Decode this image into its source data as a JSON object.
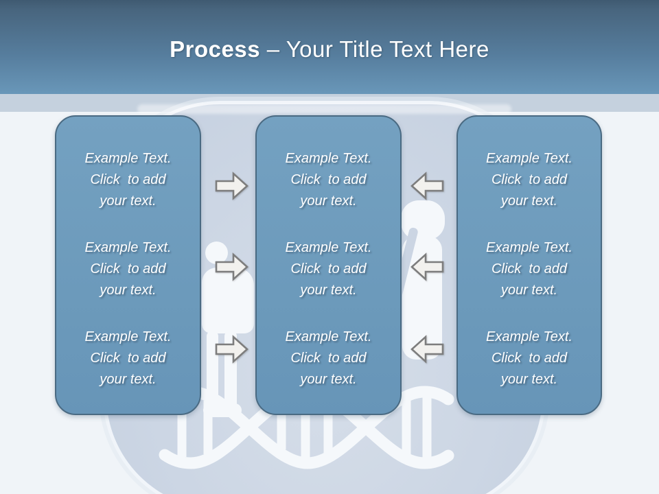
{
  "slide_title": {
    "bold": "Process",
    "separator": " – ",
    "rest": "Your Title Text Here"
  },
  "panels": [
    {
      "name": "left",
      "blocks": [
        {
          "lines": [
            "Example Text.",
            "Click  to add",
            "your text."
          ]
        },
        {
          "lines": [
            "Example Text.",
            "Click  to add",
            "your text."
          ]
        },
        {
          "lines": [
            "Example Text.",
            "Click  to add",
            "your text."
          ]
        }
      ]
    },
    {
      "name": "center",
      "blocks": [
        {
          "lines": [
            "Example Text.",
            "Click  to add",
            "your text."
          ]
        },
        {
          "lines": [
            "Example Text.",
            "Click  to add",
            "your text."
          ]
        },
        {
          "lines": [
            "Example Text.",
            "Click  to add",
            "your text."
          ]
        }
      ]
    },
    {
      "name": "right",
      "blocks": [
        {
          "lines": [
            "Example Text.",
            "Click  to add",
            "your text."
          ]
        },
        {
          "lines": [
            "Example Text.",
            "Click  to add",
            "your text."
          ]
        },
        {
          "lines": [
            "Example Text.",
            "Click  to add",
            "your text."
          ]
        }
      ]
    }
  ],
  "arrows": {
    "between_left_and_center": {
      "icon": "arrow-right-icon",
      "direction": "right",
      "count": 3
    },
    "between_right_and_center": {
      "icon": "arrow-left-icon",
      "direction": "left",
      "count": 3
    }
  },
  "background_icons": [
    "dna-helix-watermark",
    "person-silhouette-watermark"
  ],
  "colors": {
    "header_top": "#3f5a71",
    "header_bottom": "#6997b9",
    "band": "#c5d1de",
    "body_background": "#f0f4f8",
    "watermark_fill": "#ccd6e4",
    "panel_fill": "#6f9dbd",
    "panel_border": "#4a6a82",
    "panel_text": "#ffffff",
    "arrow_fill": "#f2f1ee",
    "arrow_border": "#7d7d7d",
    "title_text": "#ffffff"
  }
}
